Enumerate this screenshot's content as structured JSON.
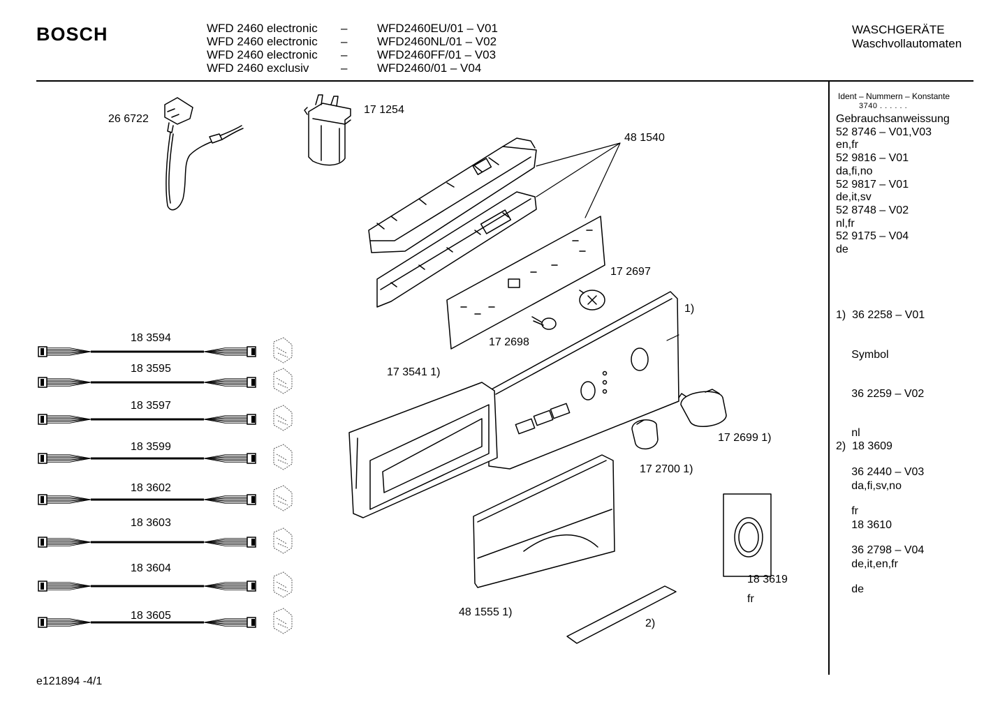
{
  "header": {
    "brand": "BOSCH",
    "models": [
      {
        "name": "WFD 2460 electronic",
        "dash": "–",
        "code": "WFD2460EU/01 – V01"
      },
      {
        "name": "WFD 2460 electronic",
        "dash": "–",
        "code": "WFD2460NL/01 – V02"
      },
      {
        "name": "WFD 2460 electronic",
        "dash": "–",
        "code": "WFD2460FF/01 – V03"
      },
      {
        "name": "WFD 2460 exclusiv",
        "dash": "–",
        "code": "WFD2460/01 – V04"
      }
    ],
    "category_line1": "WASCHGERÄTE",
    "category_line2": "Waschvollautomaten"
  },
  "parts": {
    "power_cord": "26 6722",
    "suppressor": "17 1254",
    "electronic_module": "48 1540",
    "knob_small": "17 2697",
    "knob_shaft": "17 2698",
    "panel_note": "1)",
    "panel_frame": "17 3541 1)",
    "selector_knob": "17 2699 1)",
    "push_knob": "17 2700 1)",
    "drawer_handle": "48 1555 1)",
    "strip_note": "2)",
    "dial_plate": "18 3619",
    "dial_plate_lang": "fr"
  },
  "harnesses": [
    "18 3594",
    "18 3595",
    "18 3597",
    "18 3599",
    "18 3602",
    "18 3603",
    "18 3604",
    "18 3605"
  ],
  "sidebar": {
    "ident_title": "Ident – Nummern – Konstante",
    "ident_value": "3740  .  .  .  .  .  .",
    "manual_lines": [
      "Gebrauchsanweissung",
      "52 8746 – V01,V03",
      "en,fr",
      "52 9816 – V01",
      "da,fi,no",
      "52 9817 – V01",
      "de,it,sv",
      "52 8748 – V02",
      "nl,fr",
      "52 9175 – V04",
      "de"
    ],
    "note1_lines": [
      "1)  36 2258 – V01",
      "     Symbol",
      "     36 2259 – V02",
      "     nl",
      "     36 2440 – V03",
      "     fr",
      "     36 2798 – V04",
      "     de"
    ],
    "note2_lines": [
      "2)  18 3609",
      "     da,fi,sv,no",
      "     18 3610",
      "     de,it,en,fr"
    ]
  },
  "footer": "e121894   -4/1"
}
